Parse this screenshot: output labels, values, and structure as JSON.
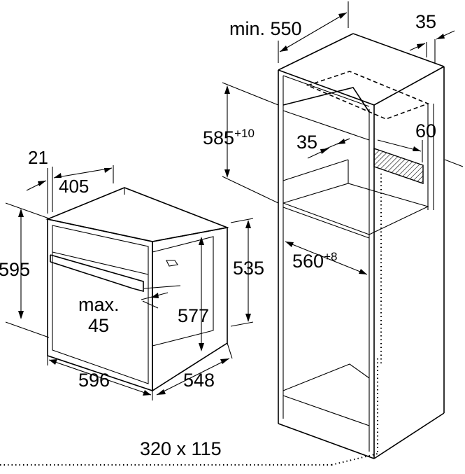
{
  "oven": {
    "width_596": "596",
    "height_595": "595",
    "depth_548": "548",
    "body_height_535": "535",
    "inner_height_577": "577",
    "front_thickness_21": "21",
    "panel_405": "405",
    "gap_max_label": "max.",
    "gap_max_value": "45"
  },
  "cabinet": {
    "min_depth_label": "min. 550",
    "back_gap_35": "35",
    "niche_height_base": "585",
    "niche_height_tolerance": "+10",
    "shelf_35": "35",
    "vent_60": "60",
    "niche_width_base": "560",
    "niche_width_tolerance": "+8",
    "vent_opening": "320 x 115"
  }
}
